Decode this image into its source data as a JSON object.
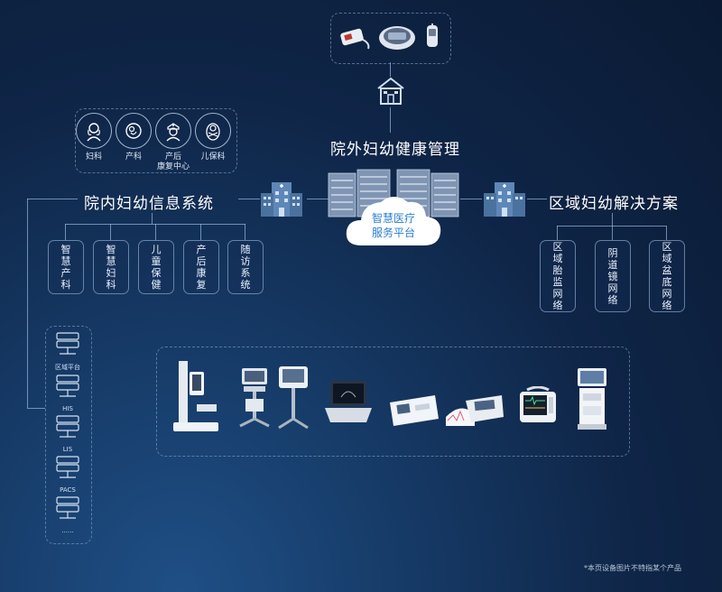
{
  "titles": {
    "outside": "院外妇幼健康管理",
    "inside": "院内妇幼信息系统",
    "regional": "区域妇幼解决方案"
  },
  "cloud": {
    "line1": "智慧医疗",
    "line2": "服务平台"
  },
  "departments": [
    {
      "label": "妇科",
      "icon": "woman-icon"
    },
    {
      "label": "产科",
      "icon": "pregnant-icon"
    },
    {
      "label": "产后\n康复中心",
      "icon": "nurse-icon"
    },
    {
      "label": "儿保科",
      "icon": "baby-icon"
    }
  ],
  "inside_systems": [
    "智慧产科",
    "智慧妇科",
    "儿童保健",
    "产后康复",
    "随访系统"
  ],
  "regional_systems": [
    "区域胎监网络",
    "阴道镜网络",
    "区域盆底网络"
  ],
  "servers": [
    "区域平台",
    "HIS",
    "LIS",
    "PACS",
    "......"
  ],
  "devices": [
    "kiosk-device",
    "cart-workstation",
    "trolley-monitor",
    "laptop-ultrasound",
    "fetal-monitor",
    "ecg-machine",
    "patient-monitor",
    "tower-workstation"
  ],
  "wearables": [
    "blood-pressure-cuff",
    "bp-monitor",
    "handheld-doppler"
  ],
  "footnote": "*本页设备图片不特指某个产品"
}
